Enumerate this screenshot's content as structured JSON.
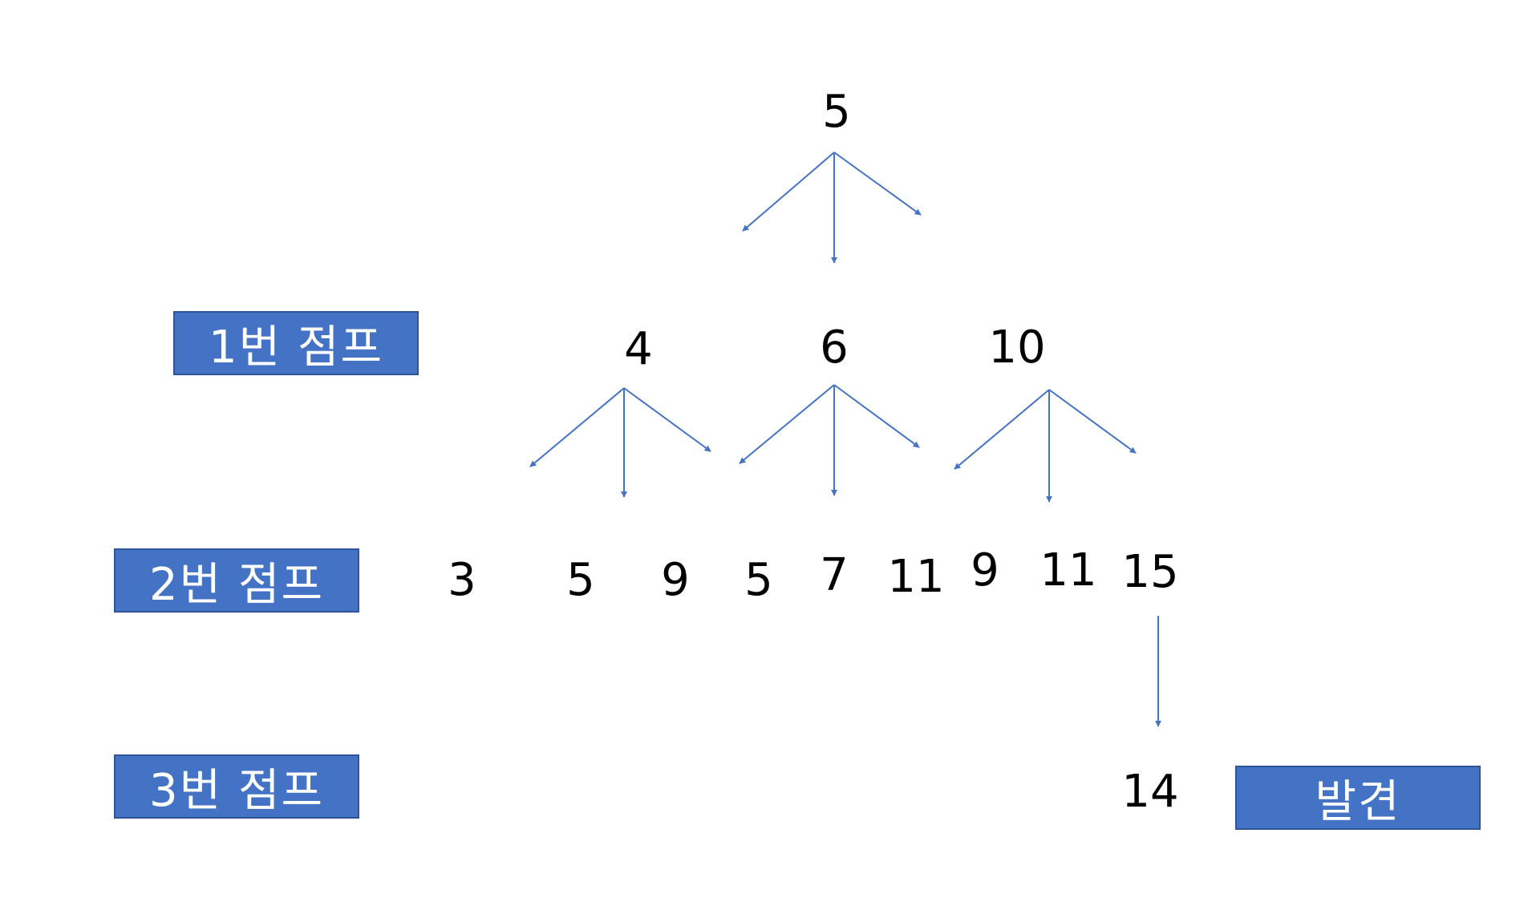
{
  "colors": {
    "arrow": "#4472c4",
    "label_box": "#4472c4",
    "label_text": "#ffffff"
  },
  "labels": {
    "jump1": "1번 점프",
    "jump2": "2번 점프",
    "jump3": "3번 점프",
    "found": "발견"
  },
  "nodes": {
    "root": "5",
    "level1": [
      "4",
      "6",
      "10"
    ],
    "level2": [
      "3",
      "5",
      "9",
      "5",
      "7",
      "11",
      "9",
      "11",
      "15"
    ],
    "level3": "14"
  }
}
